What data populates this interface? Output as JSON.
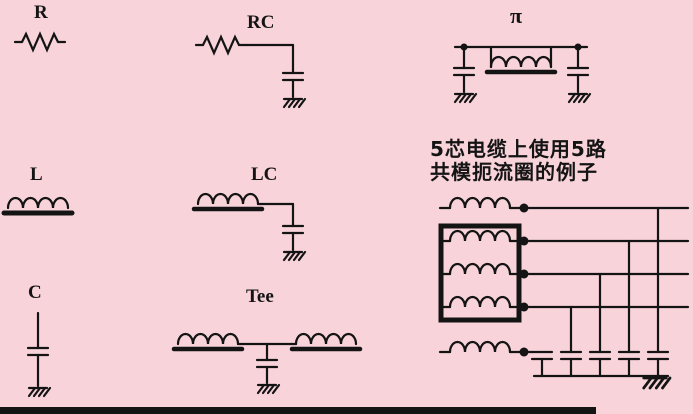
{
  "colors": {
    "background": "#f8d3da",
    "line": "#141414"
  },
  "filters": {
    "r": {
      "label": "R"
    },
    "rc": {
      "label": "RC"
    },
    "pi": {
      "label": "π"
    },
    "l": {
      "label": "L"
    },
    "lc": {
      "label": "LC"
    },
    "c": {
      "label": "C"
    },
    "tee": {
      "label": "Tee"
    }
  },
  "choke_example": {
    "caption_line1": "5芯电缆上使用5路",
    "caption_line2": "共模扼流圈的例子",
    "line_count": 5
  }
}
